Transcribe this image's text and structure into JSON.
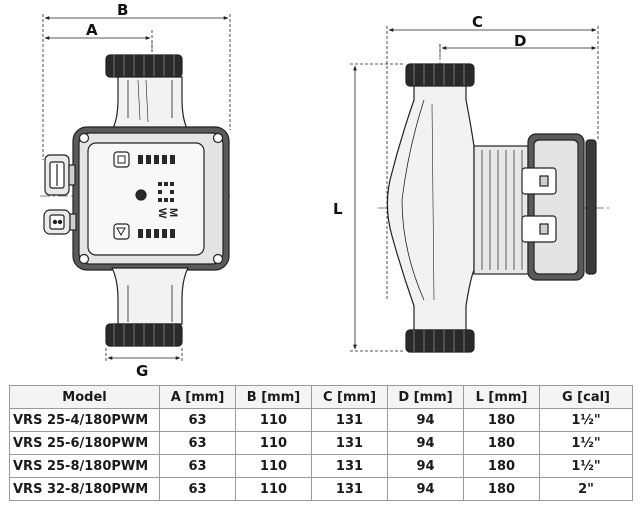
{
  "drawing": {
    "dimension_labels": {
      "A": "A",
      "B": "B",
      "C": "C",
      "D": "D",
      "L": "L",
      "G": "G"
    },
    "display_glyphs": [
      "W",
      "M"
    ]
  },
  "table": {
    "headers": [
      "Model",
      "A [mm]",
      "B [mm]",
      "C [mm]",
      "D [mm]",
      "L [mm]",
      "G [cal]"
    ],
    "rows": [
      [
        "VRS 25-4/180PWM",
        "63",
        "110",
        "131",
        "94",
        "180",
        "1½\""
      ],
      [
        "VRS 25-6/180PWM",
        "63",
        "110",
        "131",
        "94",
        "180",
        "1½\""
      ],
      [
        "VRS 25-8/180PWM",
        "63",
        "110",
        "131",
        "94",
        "180",
        "1½\""
      ],
      [
        "VRS 32-8/180PWM",
        "63",
        "110",
        "131",
        "94",
        "180",
        "2\""
      ]
    ]
  }
}
